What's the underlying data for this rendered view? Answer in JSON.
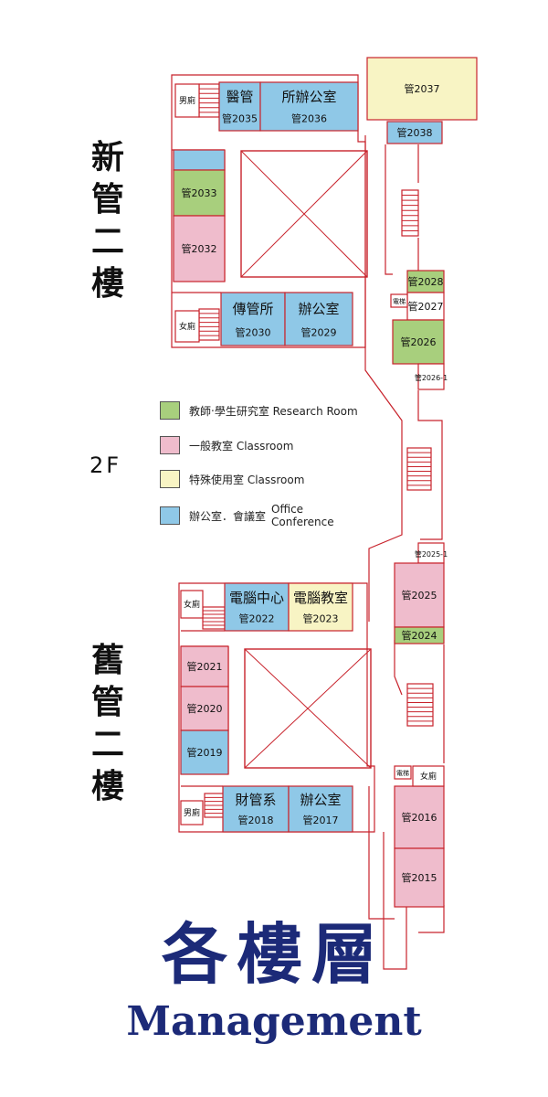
{
  "colors": {
    "wall": "#c8232c",
    "research": "#a8cf7d",
    "classroom": "#efbccc",
    "special": "#f8f4c4",
    "office": "#8fc8e7"
  },
  "building_labels": {
    "new": [
      "新",
      "管",
      "二",
      "樓"
    ],
    "old": [
      "舊",
      "管",
      "二",
      "樓"
    ]
  },
  "floor_label": "2F",
  "legend": [
    {
      "color_key": "research",
      "text": "教師‧學生研究室 Research Room"
    },
    {
      "color_key": "classroom",
      "text": "一般教室 Classroom"
    },
    {
      "color_key": "special",
      "text": "特殊使用室 Classroom"
    },
    {
      "color_key": "office",
      "text": "辦公室．會議室",
      "text_en": [
        "Office",
        "Conference"
      ]
    }
  ],
  "title": "各樓層",
  "subtitle": "Management",
  "rooms": [
    {
      "id": "room-2035",
      "name": "醫管",
      "code": "管2035",
      "color": "office"
    },
    {
      "id": "room-2036",
      "name": "所辦公室",
      "code": "管2036",
      "color": "office"
    },
    {
      "id": "room-2037",
      "name": "",
      "code": "管2037",
      "color": "special"
    },
    {
      "id": "room-2038",
      "name": "",
      "code": "管2038",
      "color": "office"
    },
    {
      "id": "room-2033",
      "name": "",
      "code": "管2033",
      "color": "research"
    },
    {
      "id": "room-2032",
      "name": "",
      "code": "管2032",
      "color": "classroom"
    },
    {
      "id": "room-2030",
      "name": "傳管所",
      "code": "管2030",
      "color": "office"
    },
    {
      "id": "room-2029",
      "name": "辦公室",
      "code": "管2029",
      "color": "office"
    },
    {
      "id": "room-2028",
      "name": "",
      "code": "管2028",
      "color": "research"
    },
    {
      "id": "room-2027",
      "name": "",
      "code": "管2027",
      "color": "white"
    },
    {
      "id": "room-2026",
      "name": "",
      "code": "管2026",
      "color": "research"
    },
    {
      "id": "room-2026-1",
      "name": "",
      "code": "管2026-1",
      "color": "white"
    },
    {
      "id": "room-2025-1",
      "name": "",
      "code": "管2025-1",
      "color": "white"
    },
    {
      "id": "room-2025",
      "name": "",
      "code": "管2025",
      "color": "classroom"
    },
    {
      "id": "room-2024",
      "name": "",
      "code": "管2024",
      "color": "research"
    },
    {
      "id": "room-2022",
      "name": "電腦中心",
      "code": "管2022",
      "color": "office"
    },
    {
      "id": "room-2023",
      "name": "電腦教室",
      "code": "管2023",
      "color": "special"
    },
    {
      "id": "room-2021",
      "name": "",
      "code": "管2021",
      "color": "classroom"
    },
    {
      "id": "room-2020",
      "name": "",
      "code": "管2020",
      "color": "classroom"
    },
    {
      "id": "room-2019",
      "name": "",
      "code": "管2019",
      "color": "office"
    },
    {
      "id": "room-2018",
      "name": "財管系",
      "code": "管2018",
      "color": "office"
    },
    {
      "id": "room-2017",
      "name": "辦公室",
      "code": "管2017",
      "color": "office"
    },
    {
      "id": "room-2016",
      "name": "",
      "code": "管2016",
      "color": "classroom"
    },
    {
      "id": "room-2015",
      "name": "",
      "code": "管2015",
      "color": "classroom"
    }
  ],
  "facilities": [
    {
      "id": "restroom-men-new",
      "text": "男廁"
    },
    {
      "id": "restroom-women-new",
      "text": "女廁"
    },
    {
      "id": "elevator-new",
      "text": "電梯"
    },
    {
      "id": "restroom-women-old-top",
      "text": "女廁"
    },
    {
      "id": "restroom-men-old",
      "text": "男廁"
    },
    {
      "id": "elevator-old",
      "text": "電梯"
    },
    {
      "id": "restroom-women-old-right",
      "text": "女廁"
    }
  ]
}
